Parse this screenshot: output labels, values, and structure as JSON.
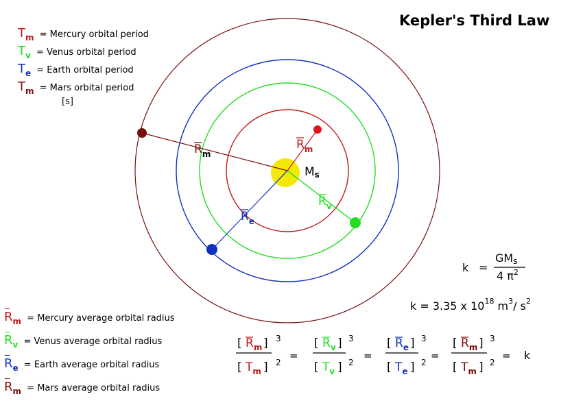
{
  "title": "Kepler's Third Law",
  "colors": {
    "mercury": "#c0181a",
    "venus": "#22dd22",
    "earth": "#1030c0",
    "mars": "#7a0e0e",
    "sun": "#f2ea06"
  },
  "legend_periods": [
    {
      "symbol": "T",
      "sub": "m",
      "color": "#c0181a",
      "text": "= Mercury orbital period"
    },
    {
      "symbol": "T",
      "sub": "v",
      "color": "#22dd22",
      "text": "= Venus orbital period"
    },
    {
      "symbol": "T",
      "sub": "e",
      "color": "#1030c0",
      "text": "= Earth orbital period"
    },
    {
      "symbol": "T",
      "sub": "m",
      "color": "#7a0e0e",
      "text": "= Mars orbital period"
    }
  ],
  "period_unit": "[s]",
  "legend_radii": [
    {
      "symbol": "R",
      "sub": "m",
      "color": "#c0181a",
      "text": "= Mercury average orbital radius"
    },
    {
      "symbol": "R",
      "sub": "v",
      "color": "#22dd22",
      "text": "= Venus average orbital radius"
    },
    {
      "symbol": "R",
      "sub": "e",
      "color": "#1030c0",
      "text": "= Earth average orbital radius"
    },
    {
      "symbol": "R",
      "sub": "m",
      "color": "#7a0e0e",
      "text": "= Mars average orbital radius"
    }
  ],
  "diagram_labels": {
    "sun": "Ms",
    "mercury_radius": "Rm",
    "venus_radius": "Rv",
    "earth_radius": "Re",
    "mars_radius": "Rm"
  },
  "formula_k1": {
    "lhs": "k",
    "eq": "=",
    "numerator": "GMs",
    "denominator": "4 π 2"
  },
  "formula_k2": {
    "lhs": "k",
    "eq": "=",
    "value": "3.35 x 10",
    "exp": "18",
    "unit": "m 3 / s 2"
  },
  "ratio_equation": {
    "result": "k",
    "eq": "=",
    "power_num": "3",
    "power_den": "2"
  }
}
